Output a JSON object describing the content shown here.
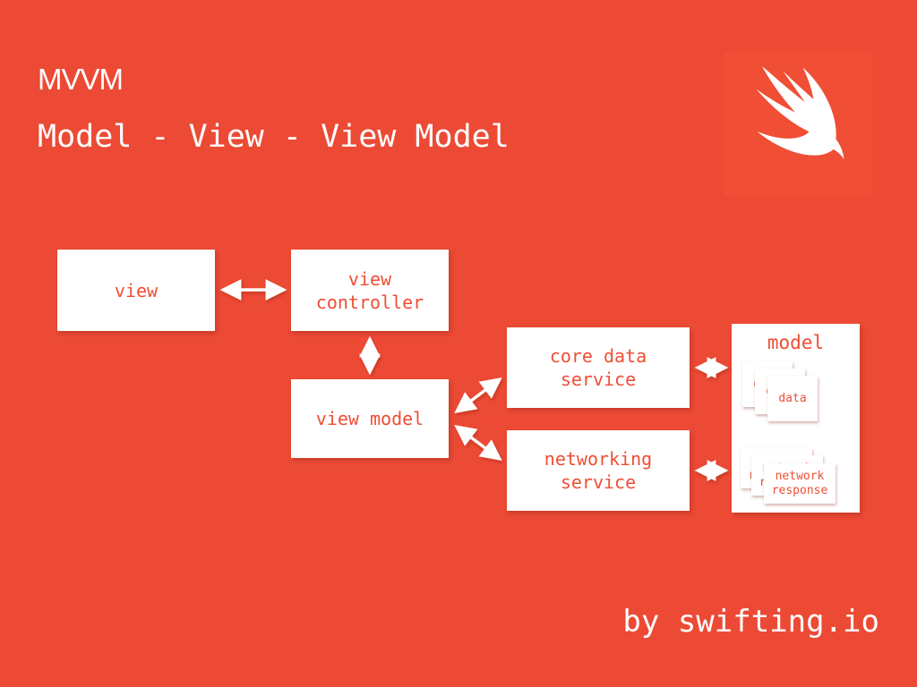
{
  "slide": {
    "background_color": "#ec4a35",
    "accent_color": "#ee4e35",
    "box_fill_color": "#ffffff",
    "title_small": "MVVM",
    "title_big": "Model - View - View Model",
    "footer": "by swifting.io"
  },
  "logo": {
    "name": "swift-bird-logo",
    "square_color": "#f04e35",
    "bird_color": "#ffffff"
  },
  "diagram": {
    "type": "flow",
    "nodes": [
      {
        "id": "view",
        "label": "view"
      },
      {
        "id": "view-controller",
        "label": "view\ncontroller"
      },
      {
        "id": "view-model",
        "label": "view model"
      },
      {
        "id": "core-data-service",
        "label": "core data\nservice"
      },
      {
        "id": "networking-service",
        "label": "networking\nservice"
      }
    ],
    "model_panel": {
      "title": "model",
      "stacks": [
        {
          "id": "data-stack",
          "label": "data",
          "count": 3
        },
        {
          "id": "network-stack",
          "label": "network\nresponse",
          "count": 3
        }
      ]
    },
    "connections": [
      {
        "from": "view",
        "to": "view-controller",
        "direction": "bidirectional",
        "orientation": "horizontal"
      },
      {
        "from": "view-controller",
        "to": "view-model",
        "direction": "bidirectional",
        "orientation": "vertical"
      },
      {
        "from": "view-model",
        "to": "core-data-service",
        "direction": "bidirectional",
        "orientation": "diagonal-up"
      },
      {
        "from": "view-model",
        "to": "networking-service",
        "direction": "bidirectional",
        "orientation": "diagonal-down"
      },
      {
        "from": "core-data-service",
        "to": "model-panel",
        "direction": "bidirectional",
        "orientation": "horizontal"
      },
      {
        "from": "networking-service",
        "to": "model-panel",
        "direction": "bidirectional",
        "orientation": "horizontal"
      }
    ]
  }
}
